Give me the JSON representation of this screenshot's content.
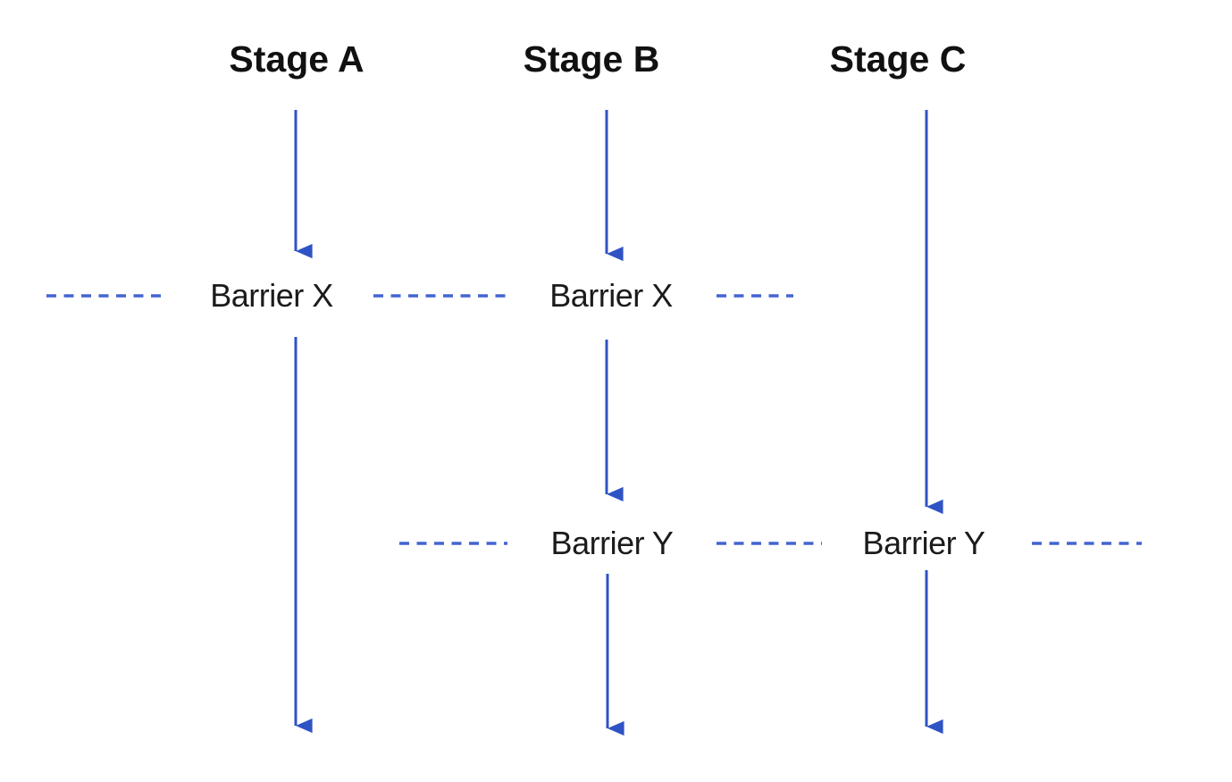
{
  "diagram": {
    "stages": [
      {
        "label": "Stage A"
      },
      {
        "label": "Stage B"
      },
      {
        "label": "Stage C"
      }
    ],
    "barriers": [
      {
        "label": "Barrier X"
      },
      {
        "label": "Barrier Y"
      }
    ],
    "colors": {
      "arrow_blue": "#2f53c5",
      "dash_blue": "#4365d2",
      "text_black": "#111111"
    }
  }
}
